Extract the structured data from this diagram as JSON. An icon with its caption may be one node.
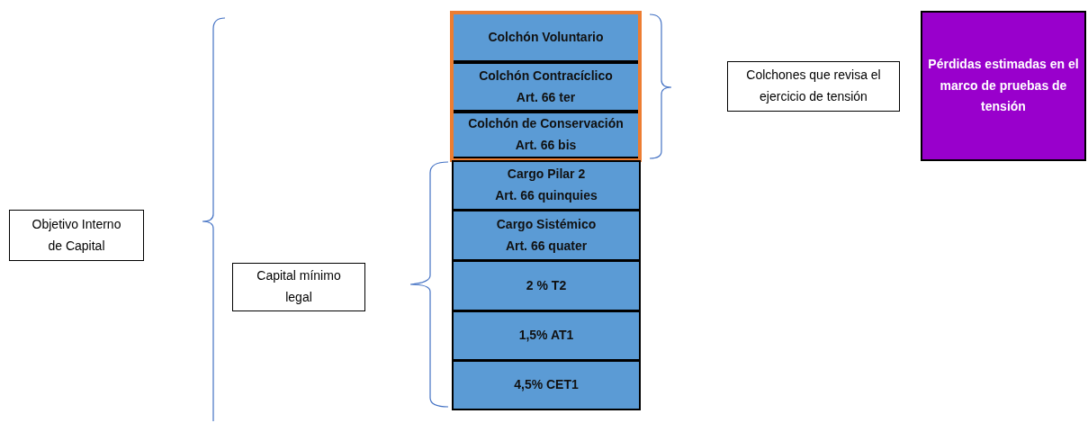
{
  "diagram": {
    "nodes": [
      {
        "text": [],
        "shape": "box"
      },
      {
        "text": [
          "Colchón Voluntario"
        ],
        "in": 0
      },
      {
        "text": [
          "Colchón Contracíclico",
          "Art. 66 ter"
        ],
        "in": 0
      },
      {
        "text": [
          "Colchón de Conservación",
          "Art. 66 bis"
        ],
        "in": 0
      },
      {
        "text": [
          "Cargo Pilar 2",
          "Art. 66 quinquies"
        ]
      },
      {
        "text": [
          "Cargo Sistémico",
          "Art. 66 quater"
        ]
      },
      {
        "text": [
          "2 % T2"
        ]
      },
      {
        "text": [
          "1,5% AT1"
        ]
      },
      {
        "text": [
          "4,5% CET1"
        ]
      },
      {
        "text": [
          "Colchones que revisa el ejercicio de tensión"
        ]
      },
      {
        "text": [
          "Pérdidas estimadas en el marco de pruebas de tensión"
        ]
      },
      {
        "text": [
          "Objetivo Interno de Capital"
        ]
      },
      {
        "text": [
          "Capital mínimo legal"
        ]
      }
    ]
  }
}
